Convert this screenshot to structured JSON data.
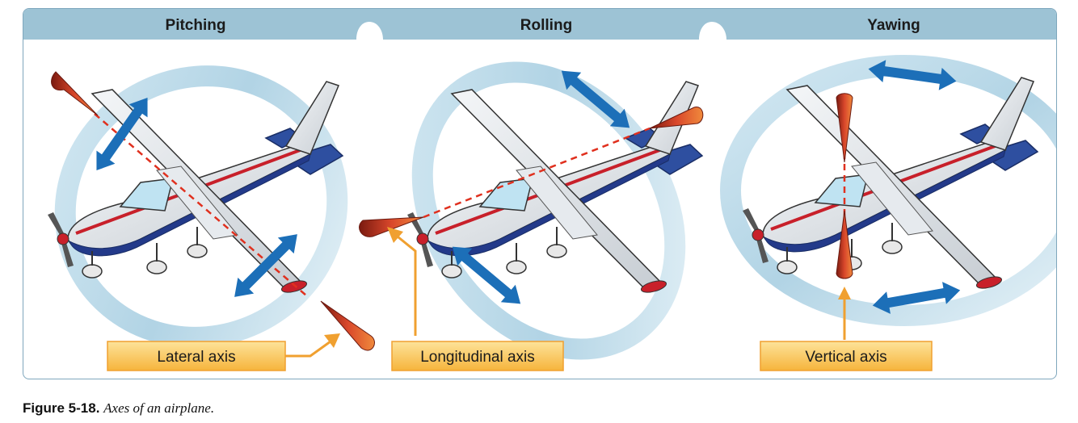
{
  "panels": [
    {
      "title": "Pitching",
      "axis_label": "Lateral axis"
    },
    {
      "title": "Rolling",
      "axis_label": "Longitudinal axis"
    },
    {
      "title": "Yawing",
      "axis_label": "Vertical axis"
    }
  ],
  "caption": {
    "figure": "Figure 5-18.",
    "description": "Axes of an airplane."
  },
  "colors": {
    "header_band": "#9dc3d5",
    "frame_border": "#7fa7bd",
    "ring": "#b8dbeb",
    "arrow": "#1c6fb8",
    "axis_cone": "#c0392b",
    "axis_dash": "#e0301e",
    "label_box": "#f9c35a",
    "label_border": "#f0a030",
    "fuselage_stripe": "#c8202a",
    "fuselage_belly": "#233a8a"
  }
}
